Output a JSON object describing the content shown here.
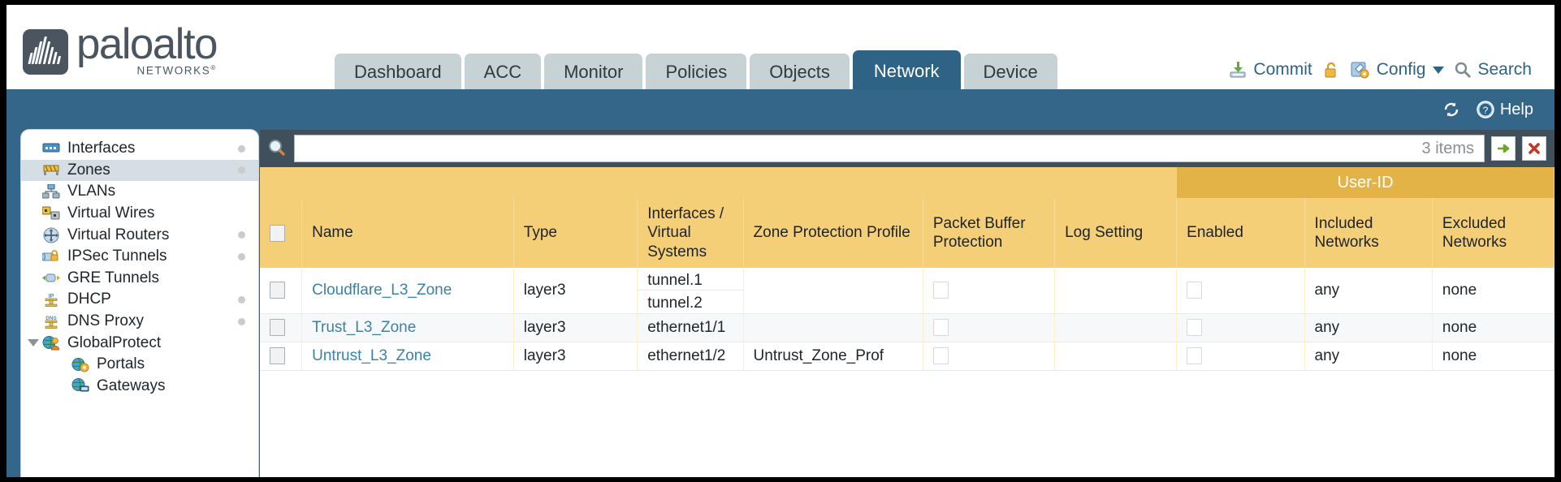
{
  "brand": {
    "name": "paloalto",
    "sub": "NETWORKS",
    "sup": "®"
  },
  "nav": {
    "tabs": [
      {
        "label": "Dashboard",
        "active": false
      },
      {
        "label": "ACC",
        "active": false
      },
      {
        "label": "Monitor",
        "active": false
      },
      {
        "label": "Policies",
        "active": false
      },
      {
        "label": "Objects",
        "active": false
      },
      {
        "label": "Network",
        "active": true
      },
      {
        "label": "Device",
        "active": false
      }
    ]
  },
  "topactions": {
    "commit": "Commit",
    "config": "Config",
    "search": "Search",
    "lock_icon": "lock-icon",
    "commit_icon": "commit-save-icon",
    "config_icon": "config-wrench-icon",
    "search_icon": "search-magnifier-icon"
  },
  "band": {
    "refresh_icon": "refresh-icon",
    "help_label": "Help",
    "help_icon": "help-question-icon"
  },
  "sidebar": {
    "items": [
      {
        "label": "Interfaces",
        "icon": "interfaces-icon",
        "selected": false,
        "child": false,
        "dot": true,
        "caret": false
      },
      {
        "label": "Zones",
        "icon": "zones-icon",
        "selected": true,
        "child": false,
        "dot": true,
        "caret": false
      },
      {
        "label": "VLANs",
        "icon": "vlans-icon",
        "selected": false,
        "child": false,
        "dot": false,
        "caret": false
      },
      {
        "label": "Virtual Wires",
        "icon": "virtual-wires-icon",
        "selected": false,
        "child": false,
        "dot": false,
        "caret": false
      },
      {
        "label": "Virtual Routers",
        "icon": "virtual-routers-icon",
        "selected": false,
        "child": false,
        "dot": true,
        "caret": false
      },
      {
        "label": "IPSec Tunnels",
        "icon": "ipsec-tunnels-icon",
        "selected": false,
        "child": false,
        "dot": true,
        "caret": false
      },
      {
        "label": "GRE Tunnels",
        "icon": "gre-tunnels-icon",
        "selected": false,
        "child": false,
        "dot": false,
        "caret": false
      },
      {
        "label": "DHCP",
        "icon": "dhcp-icon",
        "selected": false,
        "child": false,
        "dot": true,
        "caret": false
      },
      {
        "label": "DNS Proxy",
        "icon": "dns-proxy-icon",
        "selected": false,
        "child": false,
        "dot": true,
        "caret": false
      },
      {
        "label": "GlobalProtect",
        "icon": "globalprotect-icon",
        "selected": false,
        "child": false,
        "dot": false,
        "caret": true
      },
      {
        "label": "Portals",
        "icon": "portals-icon",
        "selected": false,
        "child": true,
        "dot": false,
        "caret": false
      },
      {
        "label": "Gateways",
        "icon": "gateways-icon",
        "selected": false,
        "child": true,
        "dot": false,
        "caret": false
      }
    ]
  },
  "search": {
    "value": "",
    "placeholder": "",
    "items_count": "3 items",
    "apply_icon": "apply-arrow-icon",
    "clear_icon": "clear-x-icon",
    "magnifier_icon": "search-magnifier-icon"
  },
  "table": {
    "group_header": "User-ID",
    "columns": [
      "Name",
      "Type",
      "Interfaces / Virtual Systems",
      "Zone Protection Profile",
      "Packet Buffer Protection",
      "Log Setting",
      "Enabled",
      "Included Networks",
      "Excluded Networks"
    ],
    "rows": [
      {
        "name": "Cloudflare_L3_Zone",
        "type": "layer3",
        "interfaces": [
          "tunnel.1",
          "tunnel.2"
        ],
        "zone_protection_profile": "",
        "packet_buffer_protection": false,
        "log_setting": "",
        "enabled": false,
        "included_networks": "any",
        "excluded_networks": "none"
      },
      {
        "name": "Trust_L3_Zone",
        "type": "layer3",
        "interfaces": [
          "ethernet1/1"
        ],
        "zone_protection_profile": "",
        "packet_buffer_protection": false,
        "log_setting": "",
        "enabled": false,
        "included_networks": "any",
        "excluded_networks": "none"
      },
      {
        "name": "Untrust_L3_Zone",
        "type": "layer3",
        "interfaces": [
          "ethernet1/2"
        ],
        "zone_protection_profile": "Untrust_Zone_Prof",
        "packet_buffer_protection": false,
        "log_setting": "",
        "enabled": false,
        "included_networks": "any",
        "excluded_networks": "none"
      }
    ]
  },
  "colors": {
    "brand_slate": "#4a5560",
    "tab_active": "#2e6386",
    "tab_inactive": "#c6d2d4",
    "band_blue": "#346689",
    "header_yellow": "#f5cf77",
    "group_yellow": "#e3b348",
    "link_blue": "#3b82a6",
    "searchbar_dark": "#3f4f5c"
  }
}
